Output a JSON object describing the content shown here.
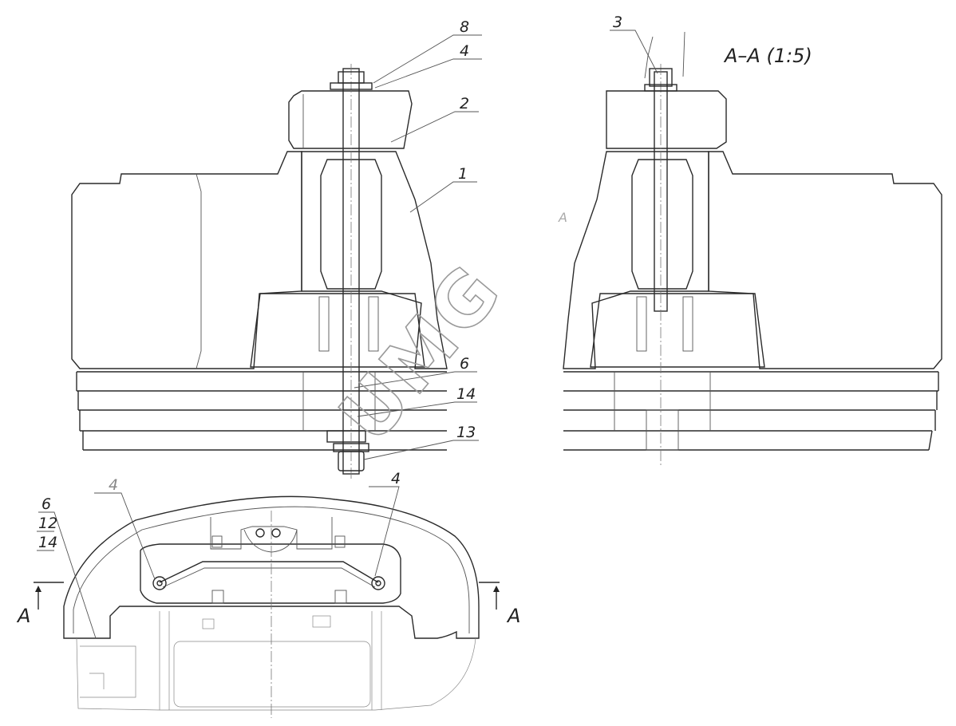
{
  "drawing": {
    "section_title": "А–А (1:5)",
    "watermark": "UMG",
    "cut_marks": {
      "left": "А",
      "right": "А"
    },
    "faint_label": "А",
    "callouts": {
      "c8": "8",
      "c4_top": "4",
      "c2": "2",
      "c1": "1",
      "c6": "6",
      "c14": "14",
      "c13": "13",
      "c3": "3",
      "c4_plan_left": "4",
      "c4_plan_right": "4",
      "c6_plan": "6",
      "c12_plan": "12",
      "c14_plan": "14"
    }
  }
}
